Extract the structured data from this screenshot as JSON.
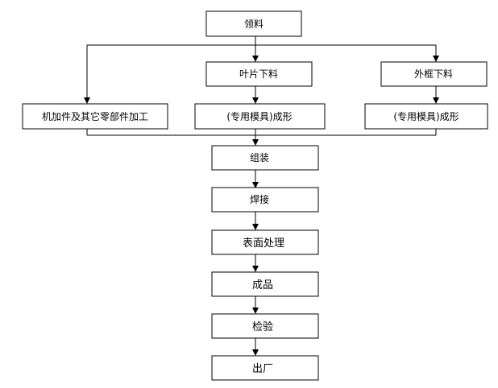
{
  "nodes": {
    "receive_material": "领料",
    "blade_cutting": "叶片下料",
    "frame_cutting": "外框下料",
    "machining_parts": "机加件及其它零部件加工",
    "blade_forming": "(专用模具)成形",
    "frame_forming": "(专用模具)成形",
    "assembly": "组装",
    "welding": "焊接",
    "surface_treatment": "表面处理",
    "finished_product": "成品",
    "inspection": "检验",
    "shipment": "出厂"
  },
  "colors": {
    "stroke": "#000000",
    "fill": "#ffffff",
    "text": "#000000"
  }
}
